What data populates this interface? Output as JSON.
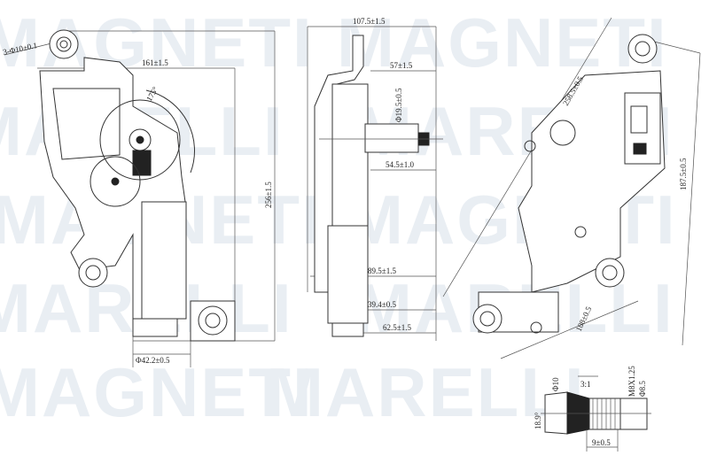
{
  "watermark": {
    "line1": "MAGNETI",
    "line2": "MARELLI",
    "color": "#e9eef3"
  },
  "front_view": {
    "hole_spec": "3-Φ10±0.1",
    "width": "161±1.5",
    "angle": "175°",
    "height": "256±1.5",
    "motor_diameter": "Φ42.2±0.5"
  },
  "side_view": {
    "overall": "107.5±1.5",
    "bracket": "57±1.5",
    "shaft_diameter": "Φ19.5±0.5",
    "shaft_length": "54.5±1.0",
    "depth_1": "89.5±1.5",
    "depth_2": "39.4±0.5",
    "depth_3": "62.5±1.5"
  },
  "rear_view": {
    "diagonal": "258.5±0.5",
    "height": "187.5±0.5",
    "base": "108±0.5"
  },
  "detail": {
    "scale": "3:1",
    "thread": "M8X1.25",
    "diameter": "Φ8.5",
    "spline": "Φ10",
    "angle": "18.9°",
    "length": "9±0.5"
  }
}
